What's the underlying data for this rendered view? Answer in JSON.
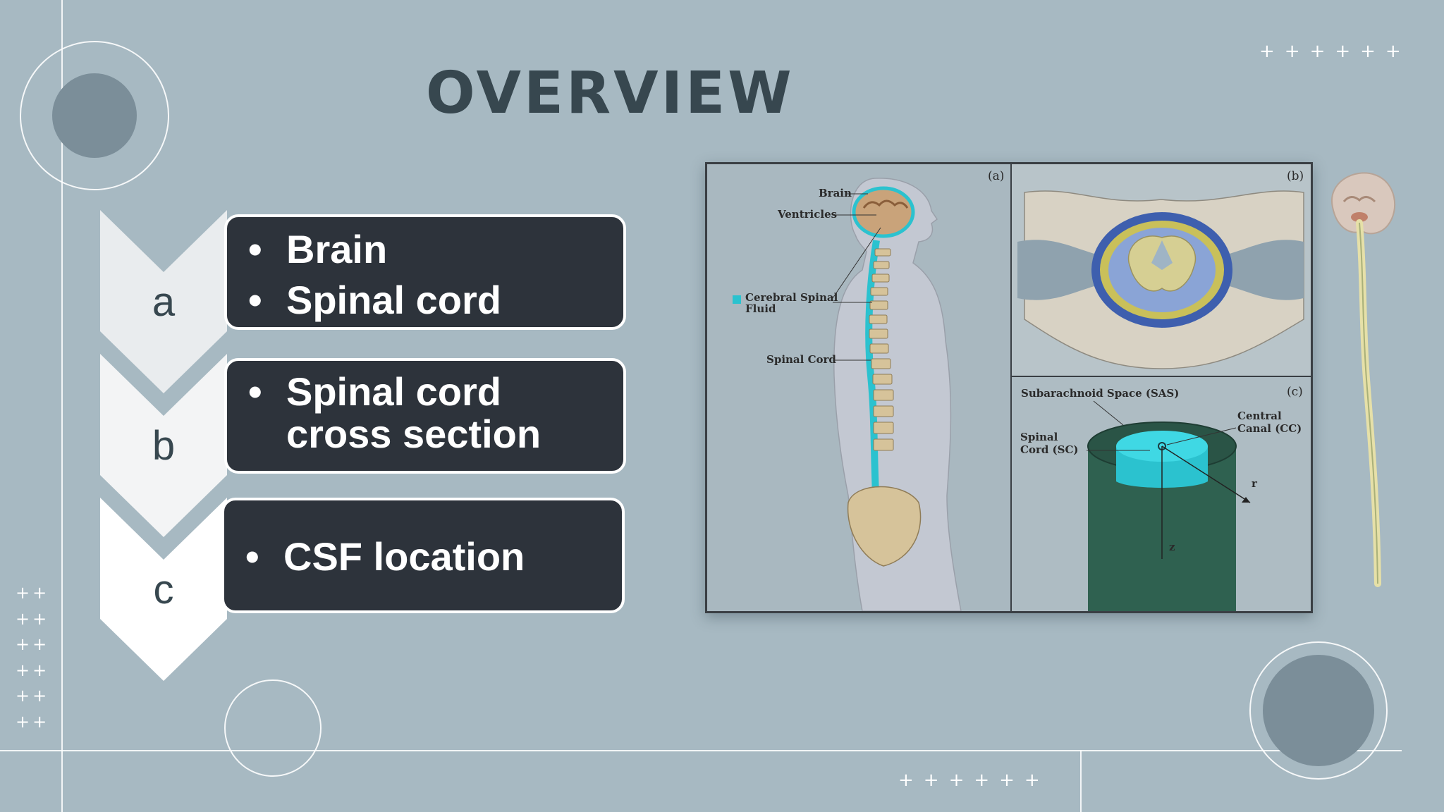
{
  "slide": {
    "title": "OVERVIEW",
    "items": [
      {
        "letter": "a",
        "bullets": [
          "Brain",
          "Spinal cord"
        ]
      },
      {
        "letter": "b",
        "bullets": [
          "Spinal cord\ncross section"
        ]
      },
      {
        "letter": "c",
        "bullets": [
          "CSF location"
        ]
      }
    ],
    "bullet_glyph": "•"
  },
  "figure": {
    "panel_a": {
      "label": "(a)",
      "brain": "Brain",
      "ventricles": "Ventricles",
      "csf_line1": "Cerebral Spinal",
      "csf_line2": "Fluid",
      "spinal_cord": "Spinal Cord"
    },
    "panel_b": {
      "label": "(b)"
    },
    "panel_c": {
      "label": "(c)",
      "sas": "Subarachnoid Space (SAS)",
      "sc_line1": "Spinal",
      "sc_line2": "Cord (SC)",
      "cc_line1": "Central",
      "cc_line2": "Canal (CC)",
      "r": "r",
      "z": "z"
    }
  },
  "decor": {
    "plus_row": "++++++",
    "plus_pair": "++"
  },
  "colors": {
    "background": "#a7b9c2",
    "title": "#37474f",
    "box": "#2d333b",
    "disc": "#7b8e99",
    "csf": "#2bc2cf",
    "cord_green": "#2f6150"
  }
}
